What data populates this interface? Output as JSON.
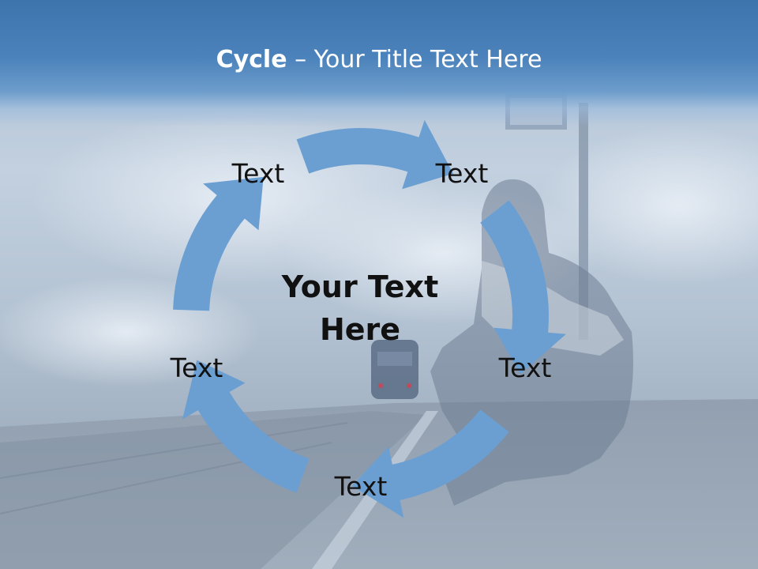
{
  "title": {
    "bold_part": "Cycle",
    "rest_part": " – Your Title Text Here"
  },
  "center_text": "Your Text Here",
  "nodes": [
    {
      "label": "Text"
    },
    {
      "label": "Text"
    },
    {
      "label": "Text"
    },
    {
      "label": "Text"
    },
    {
      "label": "Text"
    }
  ],
  "colors": {
    "title_bar": "#4a80b9",
    "arrow_fill": "#6b9fd2",
    "text": "#111111",
    "title_text": "#ffffff"
  }
}
